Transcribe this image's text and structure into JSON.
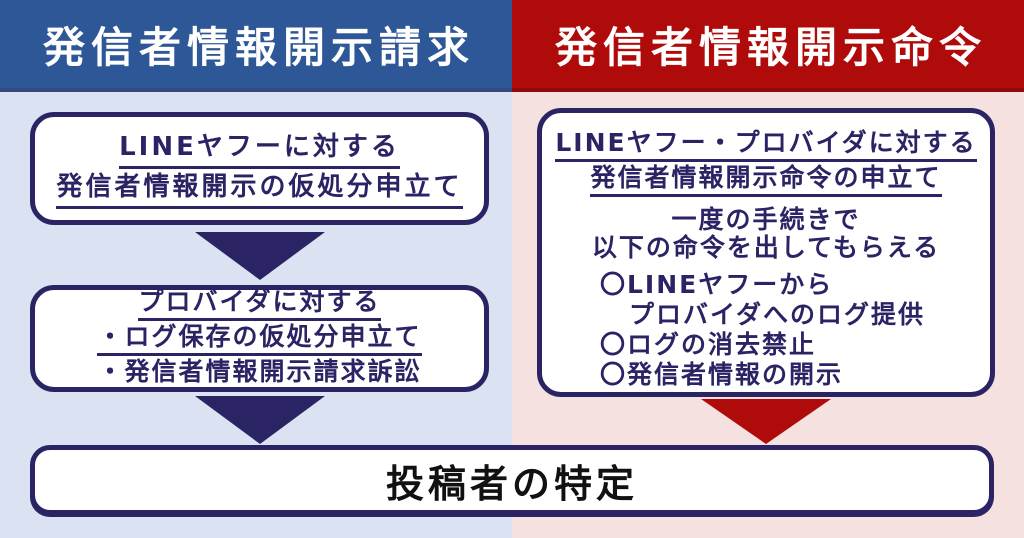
{
  "colors": {
    "header_blue": "#2d5797",
    "header_red": "#b00b0b",
    "background_left": "#dbe3f2",
    "background_right": "#f6e1e1",
    "navy_border": "#2a2465",
    "arrow_red": "#b00b0b",
    "box_background": "#ffffff",
    "result_text": "#111111"
  },
  "left_column": {
    "header": "発信者情報開示請求",
    "box1": {
      "lines": [
        "LINEヤフーに対する",
        "発信者情報開示の仮処分申立て"
      ]
    },
    "box2": {
      "lines": [
        "プロバイダに対する",
        "・ログ保存の仮処分申立て",
        "・発信者情報開示請求訴訟"
      ]
    }
  },
  "right_column": {
    "header": "発信者情報開示命令",
    "box": {
      "title_lines": [
        "LINEヤフー・プロバイダに対する",
        "発信者情報開示命令の申立て"
      ],
      "subtitle_lines": [
        "一度の手続きで",
        "以下の命令を出してもらえる"
      ],
      "bullet_lines": [
        "〇LINEヤフーから",
        "プロバイダへのログ提供",
        "〇ログの消去禁止",
        "〇発信者情報の開示"
      ]
    }
  },
  "result_box": {
    "label": "投稿者の特定"
  }
}
